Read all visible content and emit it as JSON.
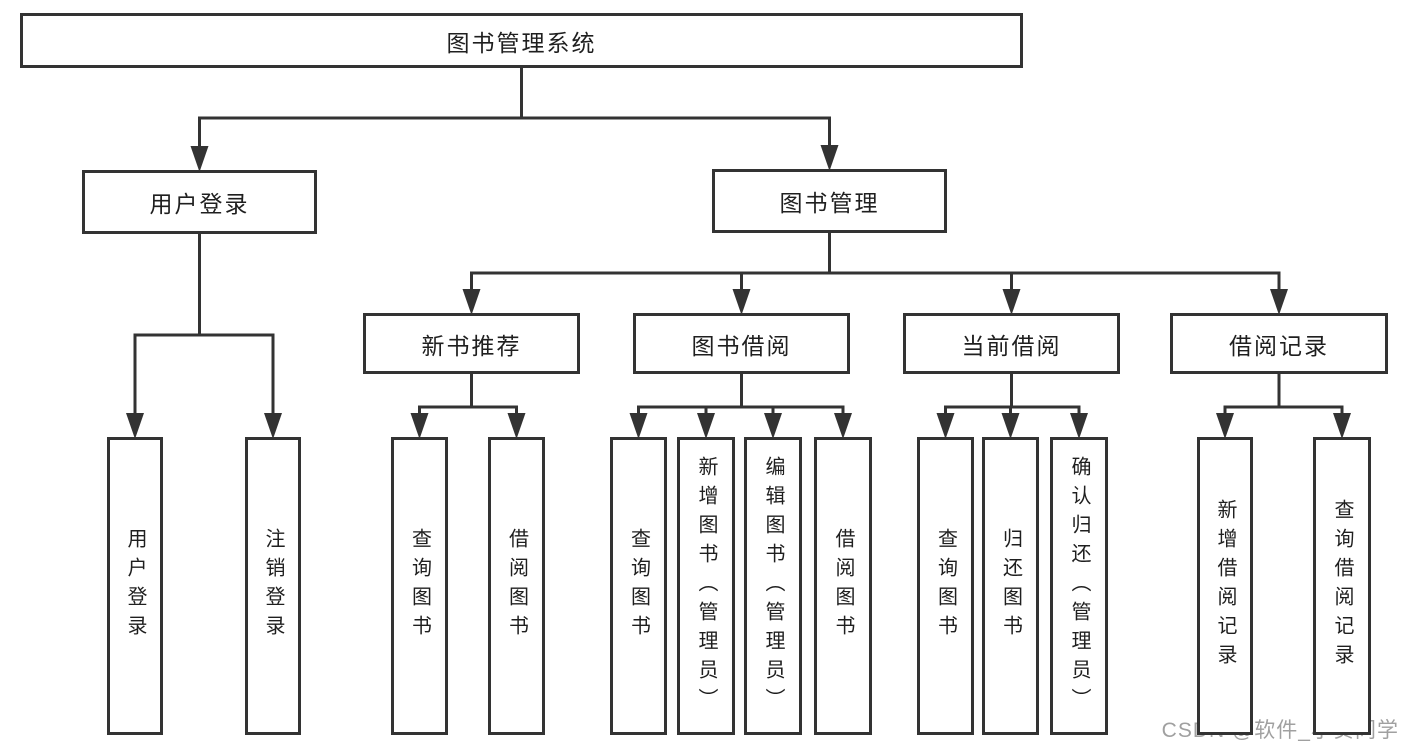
{
  "diagram": {
    "title": "图书管理系统",
    "nodes": [
      {
        "id": "system",
        "label": "图书管理系统"
      },
      {
        "id": "user-login",
        "label": "用户登录"
      },
      {
        "id": "book-mgmt",
        "label": "图书管理"
      },
      {
        "id": "new-books",
        "label": "新书推荐"
      },
      {
        "id": "book-borrow",
        "label": "图书借阅"
      },
      {
        "id": "current-borrow",
        "label": "当前借阅"
      },
      {
        "id": "borrow-records",
        "label": "借阅记录"
      },
      {
        "id": "login",
        "label": "用户登录"
      },
      {
        "id": "logout",
        "label": "注销登录"
      },
      {
        "id": "nb-query",
        "label": "查询图书"
      },
      {
        "id": "nb-borrow",
        "label": "借阅图书"
      },
      {
        "id": "bb-query",
        "label": "查询图书"
      },
      {
        "id": "bb-add",
        "label": "新增图书（管理员）"
      },
      {
        "id": "bb-edit",
        "label": "编辑图书（管理员）"
      },
      {
        "id": "bb-borrow",
        "label": "借阅图书"
      },
      {
        "id": "cb-query",
        "label": "查询图书"
      },
      {
        "id": "cb-return",
        "label": "归还图书"
      },
      {
        "id": "cb-confirm",
        "label": "确认归还（管理员）"
      },
      {
        "id": "br-add",
        "label": "新增借阅记录"
      },
      {
        "id": "br-query",
        "label": "查询借阅记录"
      }
    ],
    "edges": [
      {
        "from": "system",
        "to": [
          "user-login",
          "book-mgmt"
        ]
      },
      {
        "from": "user-login",
        "to": [
          "login",
          "logout"
        ]
      },
      {
        "from": "book-mgmt",
        "to": [
          "new-books",
          "book-borrow",
          "current-borrow",
          "borrow-records"
        ]
      },
      {
        "from": "new-books",
        "to": [
          "nb-query",
          "nb-borrow"
        ]
      },
      {
        "from": "book-borrow",
        "to": [
          "bb-query",
          "bb-add",
          "bb-edit",
          "bb-borrow"
        ]
      },
      {
        "from": "current-borrow",
        "to": [
          "cb-query",
          "cb-return",
          "cb-confirm"
        ]
      },
      {
        "from": "borrow-records",
        "to": [
          "br-add",
          "br-query"
        ]
      }
    ]
  },
  "watermark": {
    "text": "CSDN @软件_小贺同学"
  },
  "colors": {
    "line": "#333333",
    "border": "#333333",
    "text": "#1f1f1f",
    "background": "#ffffff",
    "watermark": "#a0a0a0"
  }
}
